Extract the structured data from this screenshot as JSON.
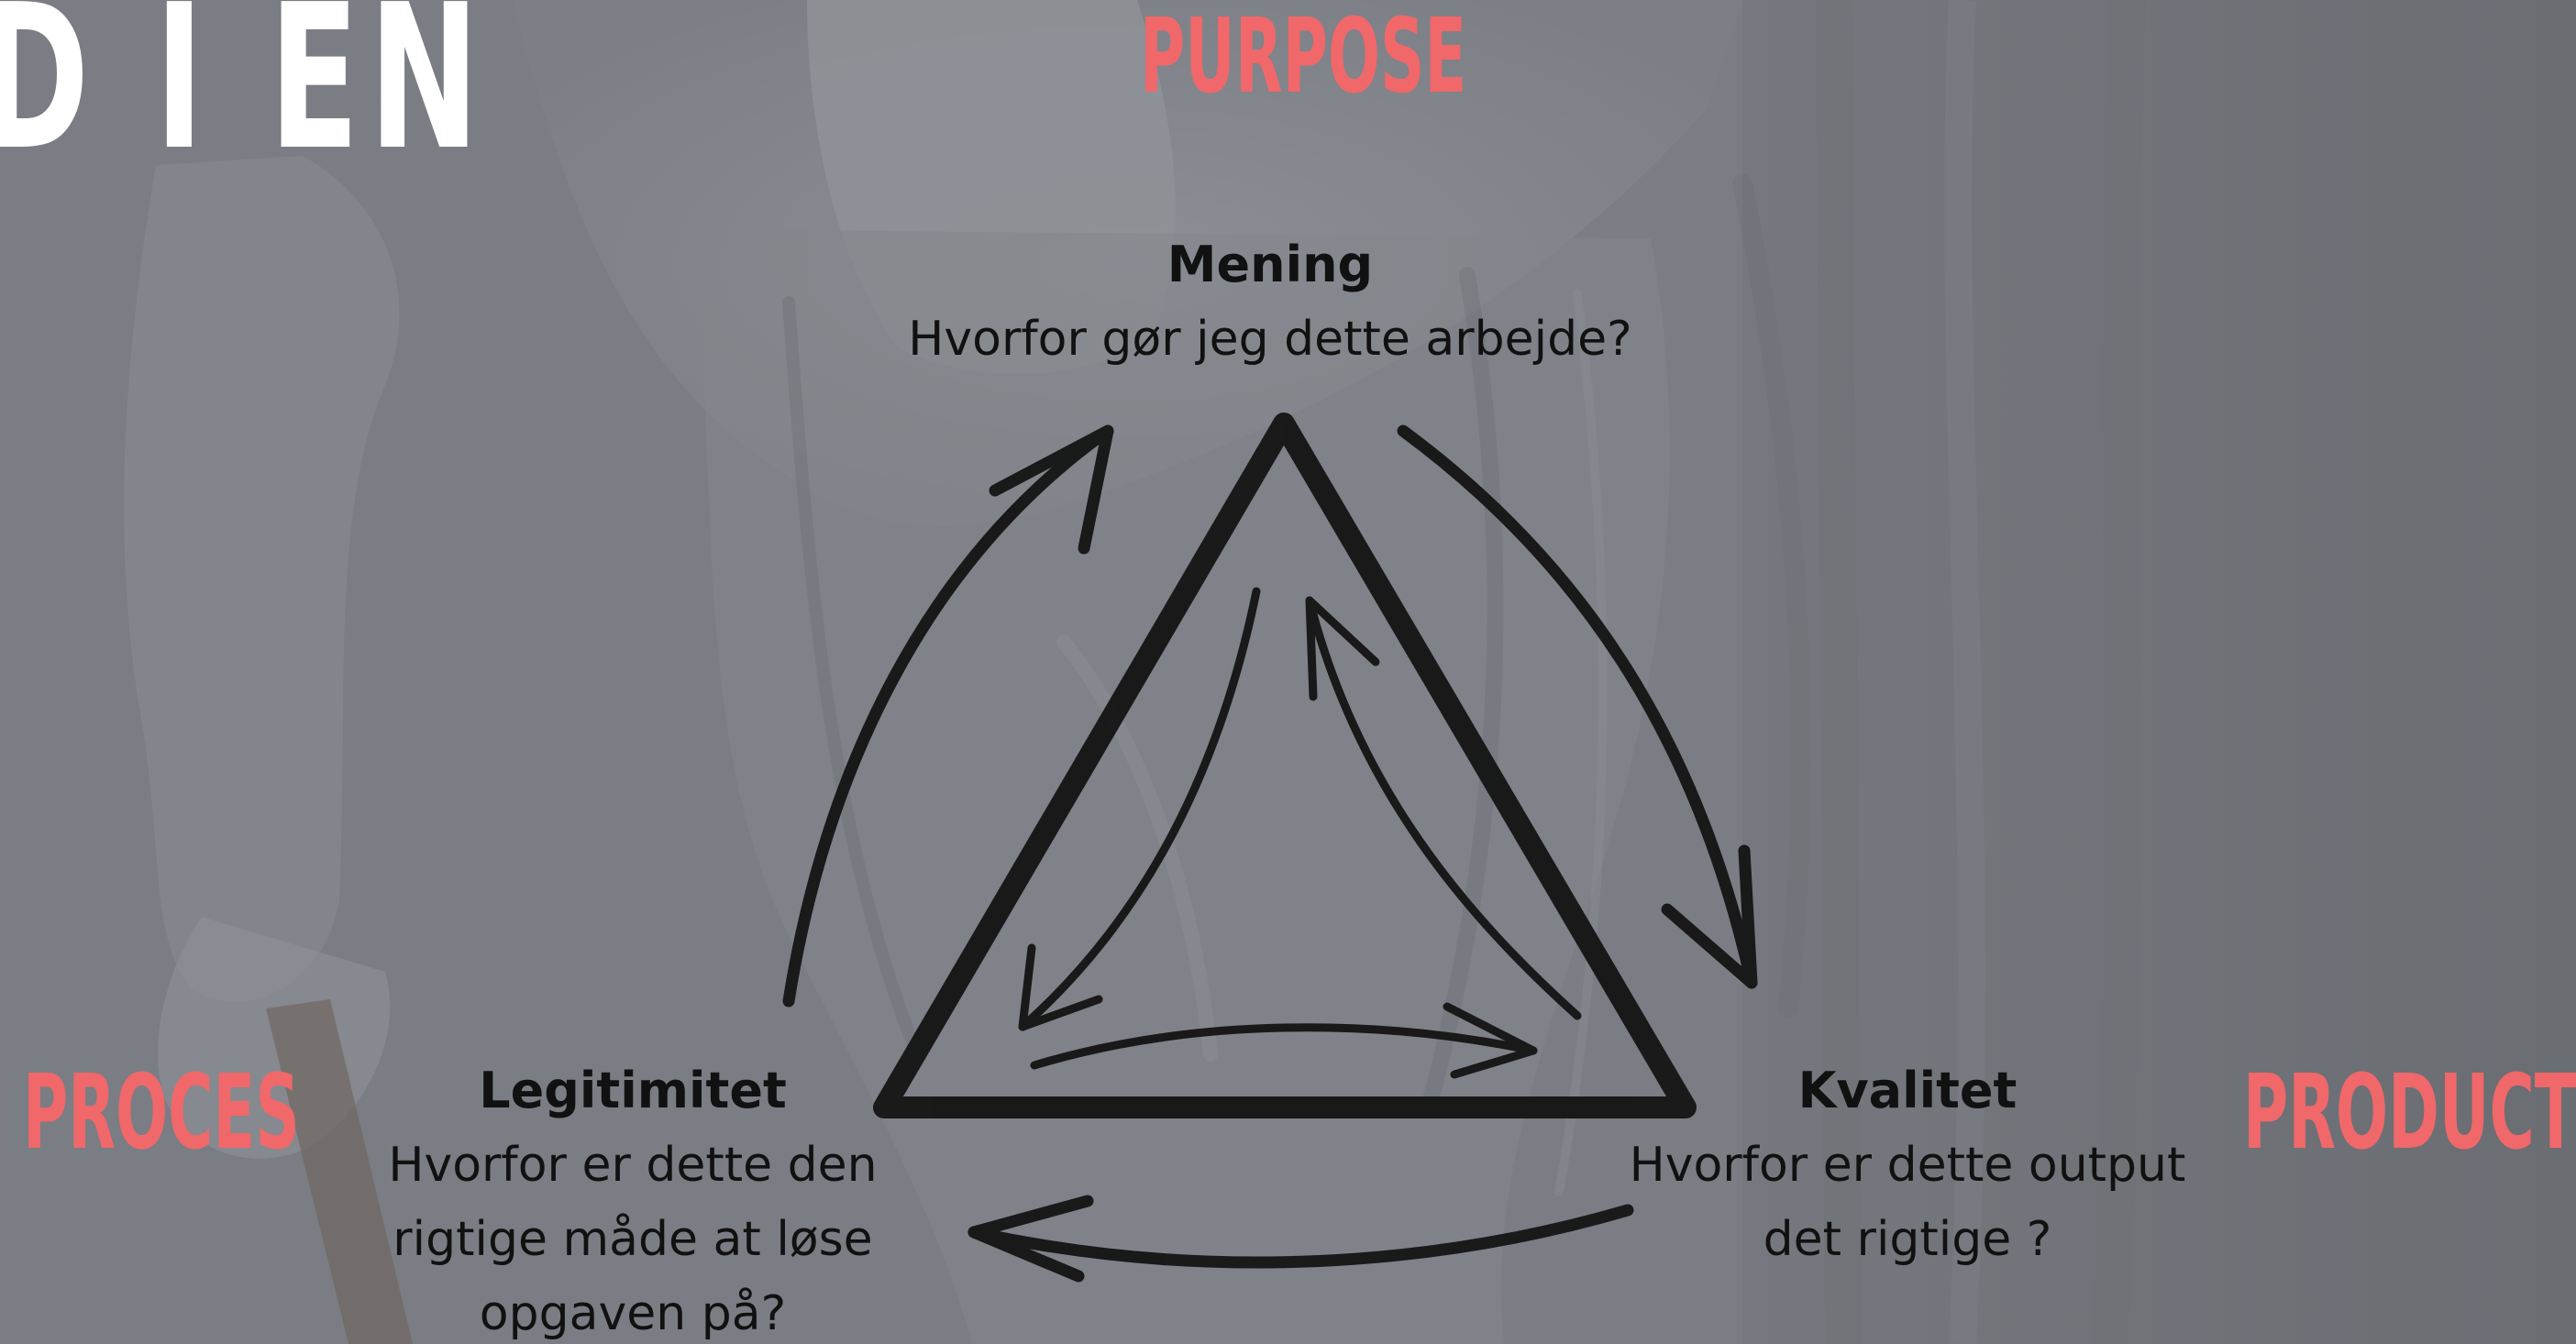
{
  "title_fragment": "D I EN",
  "labels": {
    "purpose": "PURPOSE",
    "proces": "PROCES",
    "product": "PRODUCT"
  },
  "nodes": {
    "top": {
      "heading": "Mening",
      "lines": [
        "Hvorfor gør jeg dette arbejde?"
      ]
    },
    "left": {
      "heading": "Legitimitet",
      "lines": [
        "Hvorfor er dette den",
        "rigtige måde at løse",
        "opgaven på?"
      ]
    },
    "right": {
      "heading": "Kvalitet",
      "lines": [
        "Hvorfor er dette output",
        "det rigtige ?"
      ]
    }
  },
  "colors": {
    "background": "#7a7d83",
    "accent": "#f0686a",
    "title": "#ffffff",
    "ink": "#111111"
  }
}
